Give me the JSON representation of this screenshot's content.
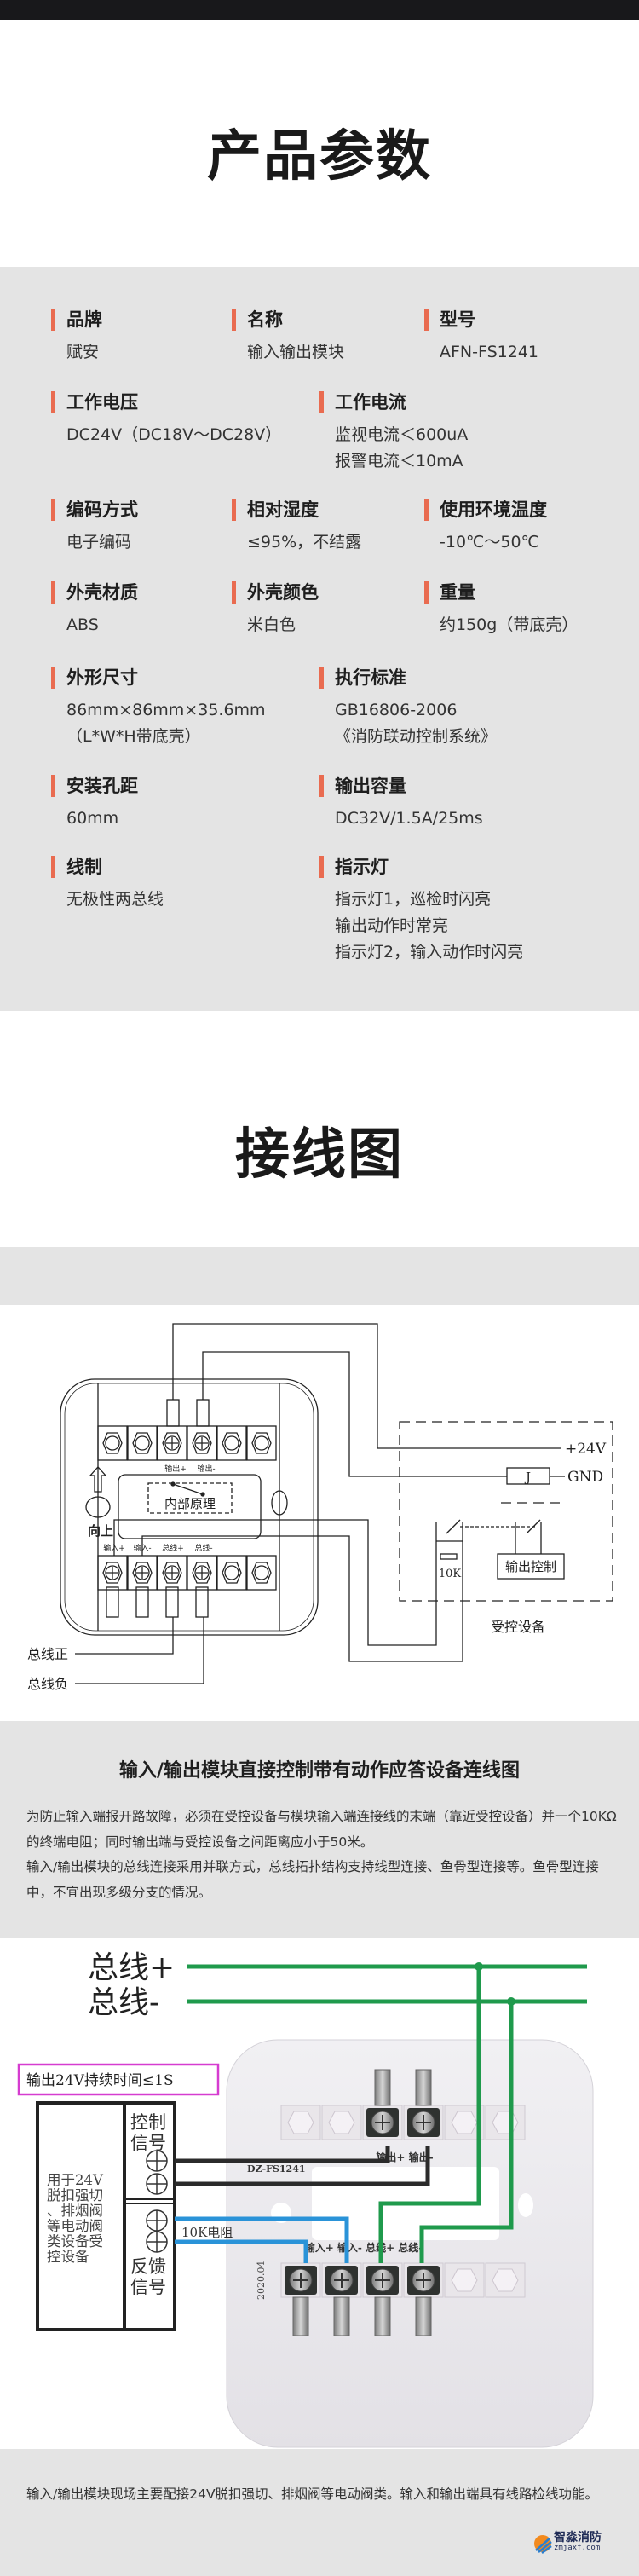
{
  "headings": {
    "params_title": "产品参数",
    "wiring_title": "接线图"
  },
  "params": {
    "rows": [
      {
        "items": [
          {
            "label": "品牌",
            "lines": [
              "赋安"
            ]
          },
          {
            "label": "名称",
            "lines": [
              "输入输出模块"
            ]
          },
          {
            "label": "型号",
            "lines": [
              "AFN-FS1241"
            ]
          }
        ]
      },
      {
        "items": [
          {
            "label": "工作电压",
            "lines": [
              "DC24V（DC18V～DC28V）"
            ]
          },
          {
            "label": "工作电流",
            "lines": [
              "监视电流＜600uA",
              "报警电流＜10mA"
            ]
          }
        ]
      },
      {
        "items": [
          {
            "label": "编码方式",
            "lines": [
              "电子编码"
            ]
          },
          {
            "label": "相对湿度",
            "lines": [
              "≤95%，不结露"
            ]
          },
          {
            "label": "使用环境温度",
            "lines": [
              "-10℃～50℃"
            ]
          }
        ]
      },
      {
        "items": [
          {
            "label": "外壳材质",
            "lines": [
              "ABS"
            ]
          },
          {
            "label": "外壳颜色",
            "lines": [
              "米白色"
            ]
          },
          {
            "label": "重量",
            "lines": [
              "约150g（带底壳）"
            ]
          }
        ]
      },
      {
        "items": [
          {
            "label": "外形尺寸",
            "lines": [
              "86mm×86mm×35.6mm",
              "（L*W*H带底壳）"
            ]
          },
          {
            "label": "执行标准",
            "lines": [
              "GB16806-2006",
              "《消防联动控制系统》"
            ]
          }
        ]
      },
      {
        "items": [
          {
            "label": "安装孔距",
            "lines": [
              "60mm"
            ]
          },
          {
            "label": "输出容量",
            "lines": [
              "DC32V/1.5A/25ms"
            ]
          }
        ]
      },
      {
        "items": [
          {
            "label": "线制",
            "lines": [
              "无极性两总线"
            ]
          },
          {
            "label": "指示灯",
            "lines": [
              "指示灯1，巡检时闪亮",
              "输出动作时常亮",
              "指示灯2，输入动作时闪亮"
            ]
          }
        ]
      }
    ]
  },
  "diagram1": {
    "out_plus": "输出+",
    "out_minus": "输出-",
    "internal": "内部原理",
    "up": "向上",
    "in_plus": "输入+",
    "in_minus": "输入-",
    "bus_plus": "总线+",
    "bus_minus": "总线-",
    "v24": "+24V",
    "relay": "J",
    "gnd": "GND",
    "resistor": "10K",
    "output_control": "输出控制",
    "controlled_device": "受控设备",
    "bus_positive": "总线正",
    "bus_negative": "总线负"
  },
  "connection_section": {
    "title": "输入/输出模块直接控制带有动作应答设备连线图",
    "paragraphs": [
      "为防止输入端报开路故障，必须在受控设备与模块输入端连接线的末端（靠近受控设备）并一个10KΩ的终端电阻；同时输出端与受控设备之间距离应小于50米。",
      "输入/输出模块的总线连接采用并联方式，总线拓扑结构支持线型连接、鱼骨型连接等。鱼骨型连接中，不宜出现多级分支的情况。"
    ]
  },
  "diagram2": {
    "bus_plus": "总线+",
    "bus_minus": "总线-",
    "note": "输出24V持续时间≤1S",
    "control_signal": [
      "控制",
      "信号"
    ],
    "feedback_signal": [
      "反馈",
      "信号"
    ],
    "device_desc": [
      "用于24V",
      "脱扣强切",
      "、排烟阀",
      "等电动阀",
      "类设备受",
      "控设备"
    ],
    "resistor": "10K电阻",
    "model": "DZ-FS1241",
    "out_labels": "输出+ 输出-",
    "in_labels": "输入+ 输入- 总线+ 总线-",
    "date": "2020.04",
    "colors": {
      "bus": "#1f9a4c",
      "feedback": "#2a93d8",
      "control": "#2b2b2b",
      "note_border": "#d63cd0"
    }
  },
  "footer": {
    "text": "输入/输出模块现场主要配接24V脱扣强切、排烟阀等电动阀类。输入和输出端具有线路检线功能。",
    "logo_name": "智淼消防",
    "logo_domain": "zmjaxf.com"
  },
  "accent_color": "#e96b50"
}
